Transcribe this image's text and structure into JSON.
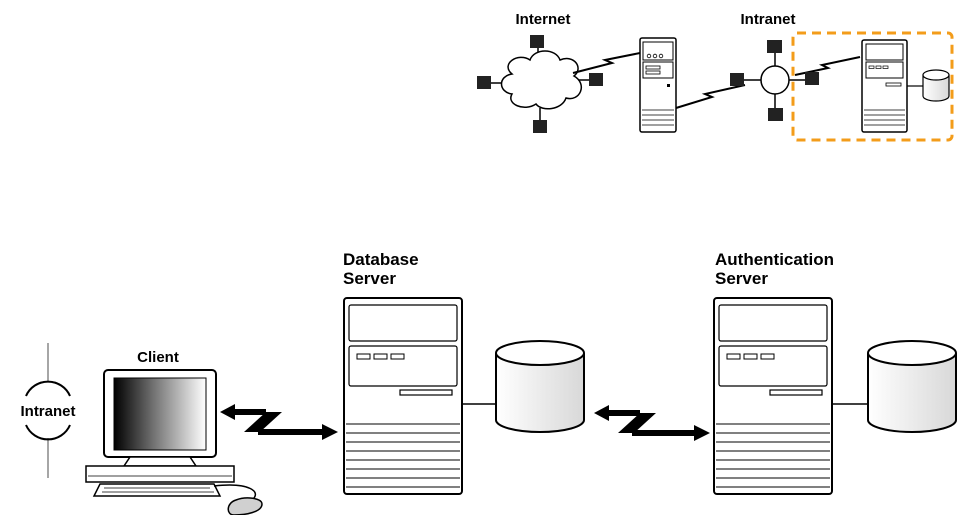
{
  "labels": {
    "internet": "Internet",
    "intranet_top": "Intranet",
    "database_server": [
      "Database",
      "Server"
    ],
    "authentication_server": [
      "Authentication",
      "Server"
    ],
    "client": "Client",
    "intranet_left": "Intranet"
  },
  "colors": {
    "highlight_dash": "#f39c1a",
    "stroke": "#000000",
    "panel_fill": "#ececec",
    "node_fill": "#222222"
  }
}
